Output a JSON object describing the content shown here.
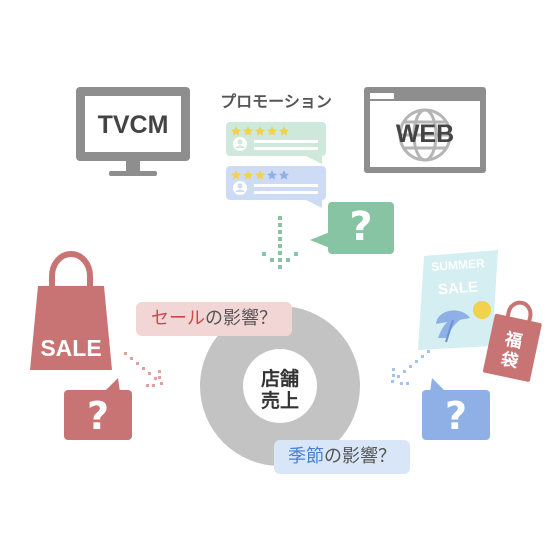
{
  "promo_title": "プロモーション",
  "tvcm_label": "TVCM",
  "web_label": "WEB",
  "question_mark": "?",
  "sale_bag_label": "SALE",
  "summer_line1": "SUMMER",
  "summer_line2": "SALE",
  "fukubukuro_line1": "福",
  "fukubukuro_line2": "袋",
  "center_line1": "店舗",
  "center_line2": "売上",
  "sale_bubble": {
    "highlight": "セール",
    "rest": "の影響？"
  },
  "season_bubble": {
    "highlight": "季節",
    "rest": "の影響？"
  },
  "colors": {
    "gray": "#8a8a8a",
    "green": "#86c4a4",
    "blue": "#8fb0e6",
    "red": "#c97474",
    "pink_bg": "#f2d6d6",
    "blue_bg": "#d8e6f8"
  }
}
